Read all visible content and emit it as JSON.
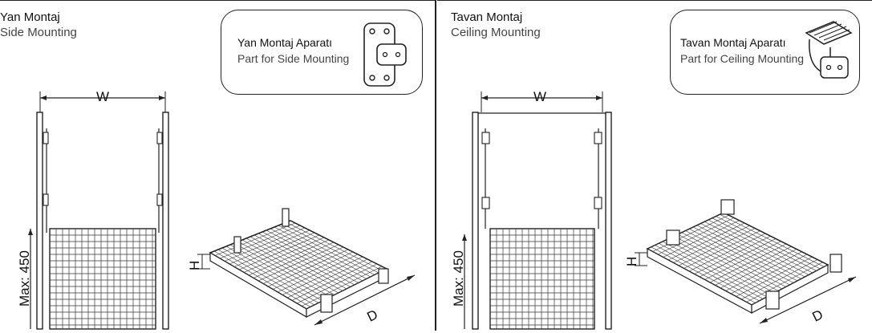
{
  "left": {
    "title_tr": "Yan Montaj",
    "title_en": "Side Mounting",
    "callout_tr": "Yan Montaj Aparatı",
    "callout_en": "Part for Side Mounting",
    "dim_w": "W",
    "dim_max": "Max: 450",
    "dim_h": "H",
    "dim_d": "D"
  },
  "right": {
    "title_tr": "Tavan Montaj",
    "title_en": "Ceiling Mounting",
    "callout_tr": "Tavan Montaj Aparatı",
    "callout_en": "Part for Ceiling Mounting",
    "dim_w": "W",
    "dim_max": "Max: 450",
    "dim_h": "H",
    "dim_d": "D"
  },
  "icons": {
    "side_part": "side-mount-bracket-icon",
    "ceiling_part": "ceiling-mount-bracket-icon"
  },
  "colors": {
    "line": "#222222",
    "background": "#ffffff"
  }
}
